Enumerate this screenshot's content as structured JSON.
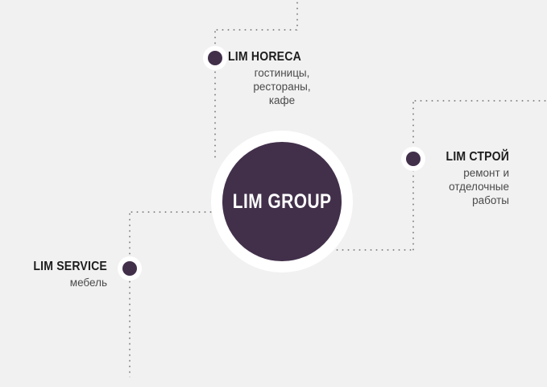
{
  "diagram": {
    "background_color": "#f1f1f1",
    "accent_color": "#42304b",
    "line_color": "#8d8d8d",
    "center": {
      "label": "LIM GROUP"
    },
    "branches": [
      {
        "id": "horeca",
        "title": "LIM HORECA",
        "subtitle": "гостиницы,\nресторанЫ,\nкафе",
        "subtitle_lines": [
          "гостиницы,",
          "рестораны,",
          "кафе"
        ]
      },
      {
        "id": "stroy",
        "title": "LIM СТРОЙ",
        "subtitle_lines": [
          "ремонт и",
          "отделочные",
          "работы"
        ]
      },
      {
        "id": "service",
        "title": "LIM SERVICE",
        "subtitle_lines": [
          "мебель"
        ]
      }
    ]
  }
}
